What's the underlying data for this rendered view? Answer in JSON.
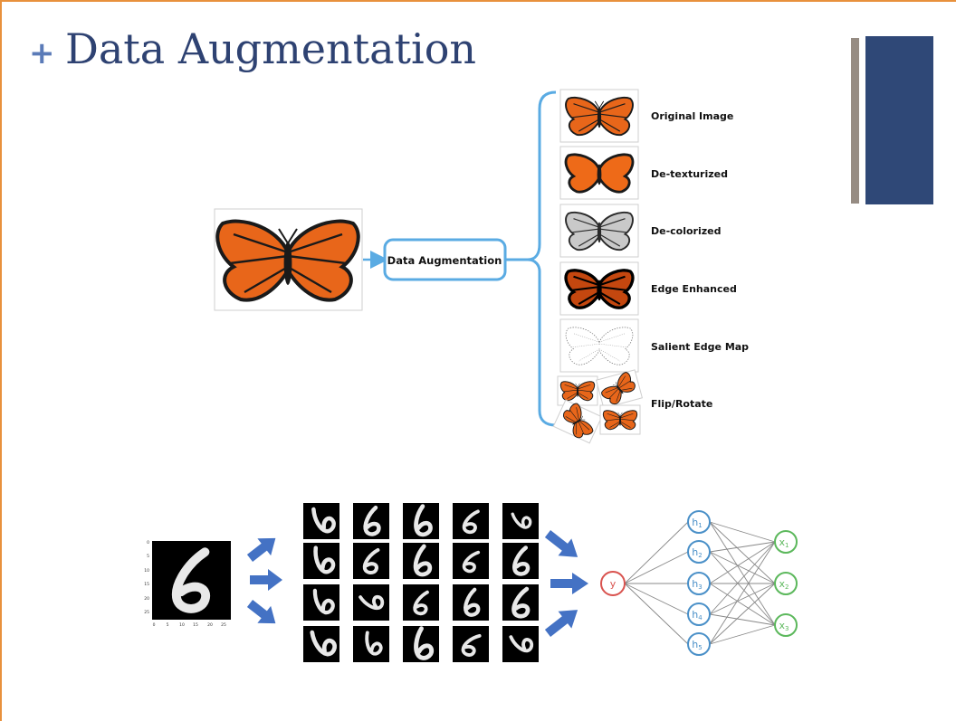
{
  "slide": {
    "title_symbol": "+",
    "title": "Data Augmentation"
  },
  "top_figure": {
    "center_box_label": "Data Augmentation",
    "outputs": [
      {
        "label": "Original Image",
        "style": "orange"
      },
      {
        "label": "De-texturized",
        "style": "orange-flat"
      },
      {
        "label": "De-colorized",
        "style": "gray"
      },
      {
        "label": "Edge Enhanced",
        "style": "dark"
      },
      {
        "label": "Salient Edge Map",
        "style": "outline"
      },
      {
        "label": "Flip/Rotate",
        "style": "multi"
      }
    ]
  },
  "bottom_figure": {
    "axis_ticks_y": [
      "0",
      "5",
      "10",
      "15",
      "20",
      "25"
    ],
    "axis_ticks_x": [
      "0",
      "5",
      "10",
      "15",
      "20",
      "25"
    ],
    "output_node": "y",
    "hidden_nodes": [
      "h",
      "h",
      "h",
      "h",
      "h"
    ],
    "hidden_subscripts": [
      "1",
      "2",
      "3",
      "4",
      "5"
    ],
    "input_nodes": [
      "x",
      "x",
      "x"
    ],
    "input_subscripts": [
      "1",
      "2",
      "3"
    ]
  },
  "colors": {
    "title": "#2e4272",
    "accent_plus": "#5b7bb8",
    "frame": "#e8913c",
    "bracket": "#5aabe3",
    "arrow_blue": "#4472c4",
    "node_red": "#d9534f",
    "node_blue": "#4a90c8",
    "node_green": "#5cb85c",
    "butterfly_orange": "#e8661a"
  }
}
